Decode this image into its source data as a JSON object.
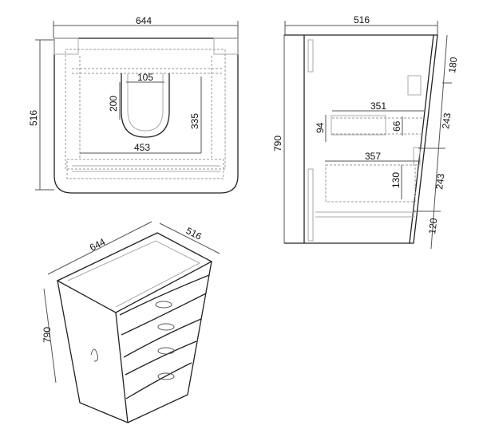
{
  "top_view": {
    "width": "644",
    "depth": "516",
    "drain_width": "105",
    "drain_height": "200",
    "inner_height": "335",
    "inner_width": "453"
  },
  "side_view": {
    "depth": "516",
    "height": "790",
    "seg_top": "180",
    "seg_mid1": "243",
    "seg_mid2": "243",
    "seg_bottom": "120",
    "drawer1_depth": "351",
    "drawer1_height": "94",
    "drawer1_inner": "66",
    "drawer2_depth": "357",
    "drawer2_height": "130"
  },
  "iso_view": {
    "width": "644",
    "depth": "516",
    "height": "790"
  }
}
